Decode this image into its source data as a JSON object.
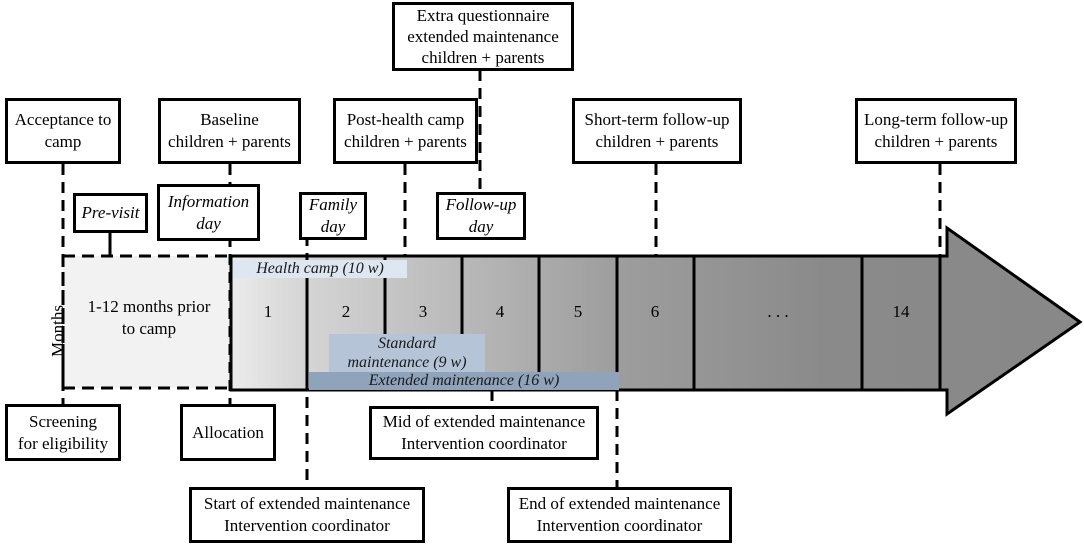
{
  "top_boxes": {
    "acceptance": [
      "Acceptance to",
      "camp"
    ],
    "baseline": [
      "Baseline",
      "children + parents"
    ],
    "post_camp": [
      "Post-health camp",
      "children + parents"
    ],
    "extra_q": [
      "Extra questionnaire",
      "extended maintenance",
      "children + parents"
    ],
    "short_term": [
      "Short-term follow-up",
      "children + parents"
    ],
    "long_term": [
      "Long-term follow-up",
      "children + parents"
    ]
  },
  "event_boxes": {
    "previsit": [
      "Pre-visit"
    ],
    "info_day": [
      "Information",
      "day"
    ],
    "family_day": [
      "Family",
      "day"
    ],
    "followup_day": [
      "Follow-up",
      "day"
    ]
  },
  "bottom_boxes": {
    "screening": [
      "Screening",
      "for eligibility"
    ],
    "allocation": [
      "Allocation"
    ],
    "mid_ext": [
      "Mid of extended maintenance",
      "Intervention coordinator"
    ],
    "start_ext": [
      "Start of extended maintenance",
      "Intervention coordinator"
    ],
    "end_ext": [
      "End of extended maintenance",
      "Intervention coordinator"
    ]
  },
  "axis_label": "Months",
  "prior_label": [
    "1-12 months prior",
    "to camp"
  ],
  "month_labels": [
    "1",
    "2",
    "3",
    "4",
    "5",
    "6",
    ". . .",
    "14"
  ],
  "bars": {
    "health_camp": "Health camp (10 w)",
    "standard": [
      "Standard",
      "maintenance (9 w)"
    ],
    "extended": "Extended maintenance (16 w)"
  }
}
